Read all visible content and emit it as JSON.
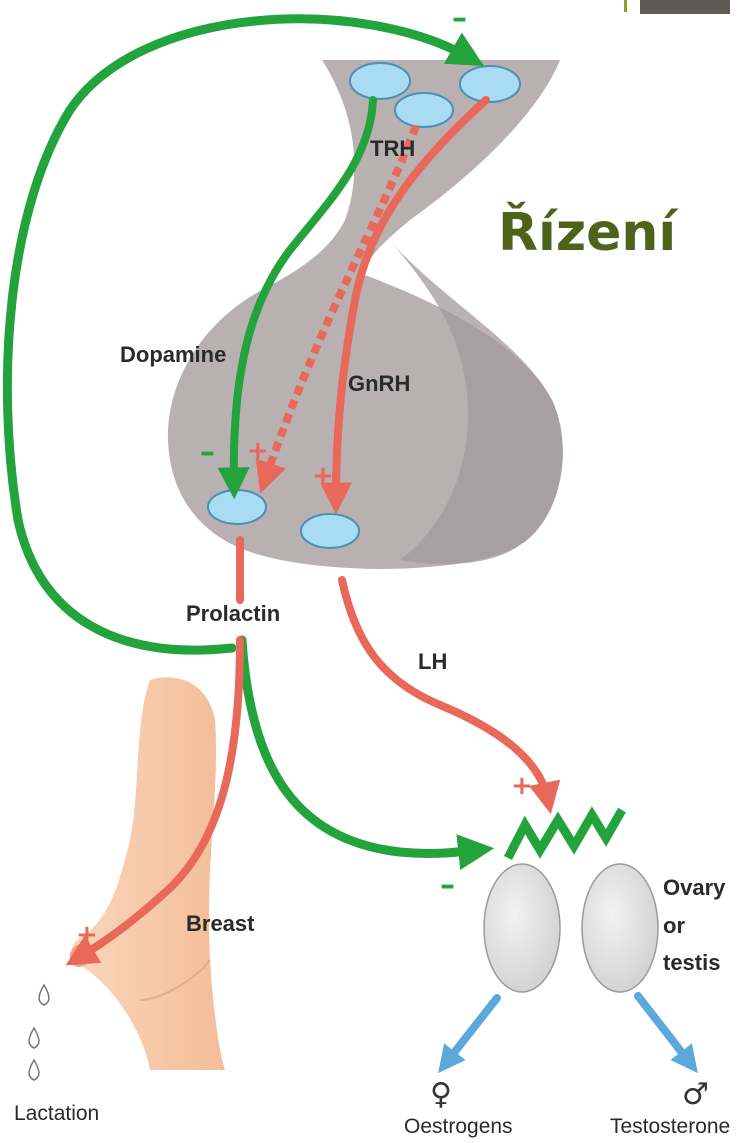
{
  "title": "Řízení",
  "labels": {
    "trh": "TRH",
    "dopamine": "Dopamine",
    "gnrh": "GnRH",
    "prolactin": "Prolactin",
    "lh": "LH",
    "breast": "Breast",
    "ovary_line1": "Ovary",
    "ovary_line2": "or",
    "ovary_line3": "testis",
    "lactation": "Lactation",
    "oestrogens": "Oestrogens",
    "testosterone": "Testosterone"
  },
  "signs": {
    "minus": "–",
    "plus": "+"
  },
  "symbols": {
    "female": "♀",
    "male": "♂"
  },
  "colors": {
    "stimulation": "#e8685a",
    "inhibition": "#22a33c",
    "hormone_output": "#5aa9dc",
    "cell": "#a9dcf2",
    "pituitary": "#b9b0b2",
    "breast": "#f7c8a4",
    "gonad": "#d8d8d8",
    "title": "#4f6219"
  }
}
